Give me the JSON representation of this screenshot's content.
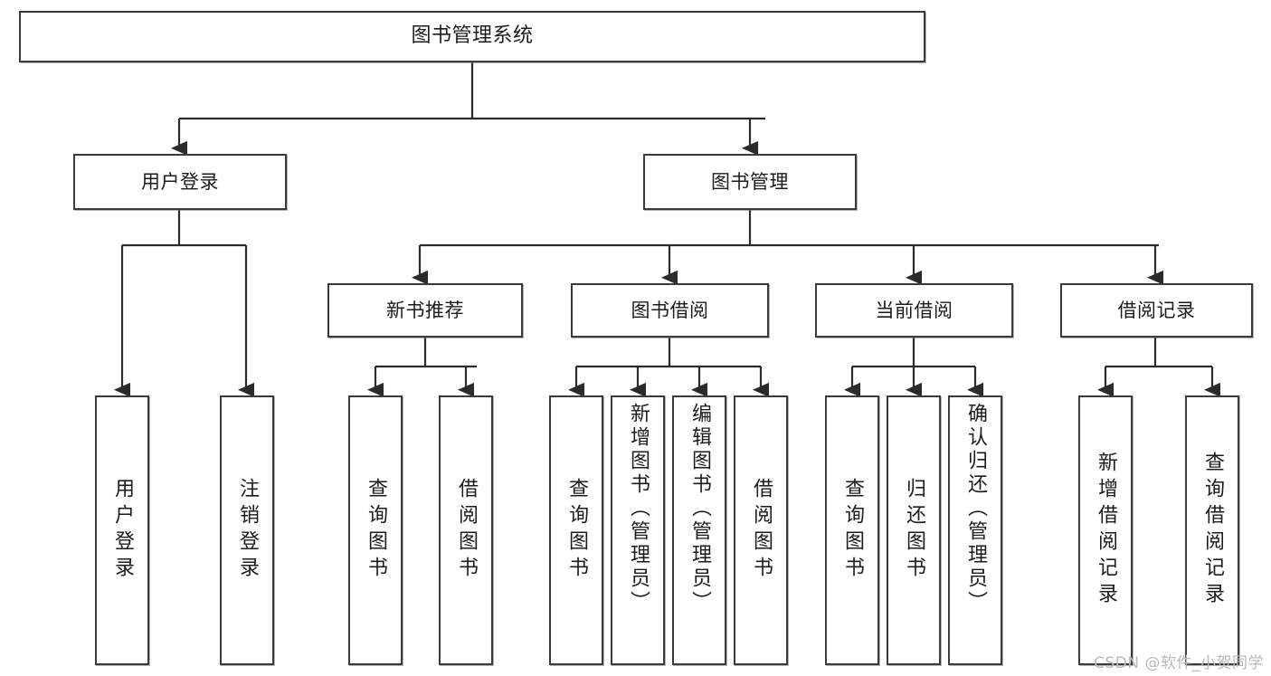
{
  "diagram": {
    "title": "图书管理系统",
    "type": "tree",
    "root": {
      "id": "root",
      "label": "图书管理系统",
      "orientation": "horizontal"
    },
    "level2": [
      {
        "id": "user-login",
        "label": "用户登录",
        "orientation": "horizontal"
      },
      {
        "id": "book-management",
        "label": "图书管理",
        "orientation": "horizontal"
      }
    ],
    "level3": [
      {
        "id": "new-book-recommend",
        "label": "新书推荐",
        "orientation": "horizontal",
        "parent": "book-management"
      },
      {
        "id": "book-borrow",
        "label": "图书借阅",
        "orientation": "horizontal",
        "parent": "book-management"
      },
      {
        "id": "current-borrow",
        "label": "当前借阅",
        "orientation": "horizontal",
        "parent": "book-management"
      },
      {
        "id": "borrow-record",
        "label": "借阅记录",
        "orientation": "horizontal",
        "parent": "book-management"
      }
    ],
    "leaves": [
      {
        "id": "leaf-user-login",
        "label": "用户登录",
        "parent": "user-login"
      },
      {
        "id": "leaf-logout-login",
        "label": "注销登录",
        "parent": "user-login"
      },
      {
        "id": "leaf-query-book-1",
        "label": "查询图书",
        "parent": "new-book-recommend"
      },
      {
        "id": "leaf-borrow-book-1",
        "label": "借阅图书",
        "parent": "new-book-recommend"
      },
      {
        "id": "leaf-query-book-2",
        "label": "查询图书",
        "parent": "book-borrow"
      },
      {
        "id": "leaf-add-book",
        "label": "新增图书（管理员）",
        "parent": "book-borrow"
      },
      {
        "id": "leaf-edit-book",
        "label": "编辑图书（管理员）",
        "parent": "book-borrow"
      },
      {
        "id": "leaf-borrow-book-2",
        "label": "借阅图书",
        "parent": "book-borrow"
      },
      {
        "id": "leaf-query-book-3",
        "label": "查询图书",
        "parent": "current-borrow"
      },
      {
        "id": "leaf-return-book",
        "label": "归还图书",
        "parent": "current-borrow"
      },
      {
        "id": "leaf-confirm-return",
        "label": "确认归还（管理员）",
        "parent": "current-borrow"
      },
      {
        "id": "leaf-add-record",
        "label": "新增借阅记录",
        "parent": "borrow-record"
      },
      {
        "id": "leaf-query-record",
        "label": "查询借阅记录",
        "parent": "borrow-record"
      }
    ],
    "colors": {
      "box_border": "#3b3b3b",
      "box_fill": "#ffffff",
      "connector": "#2b2b2b",
      "text": "#1c1c1c",
      "watermark": "#b9b9b9",
      "background": "#ffffff"
    }
  },
  "watermark": {
    "text": "CSDN @软件_小贺同学"
  }
}
